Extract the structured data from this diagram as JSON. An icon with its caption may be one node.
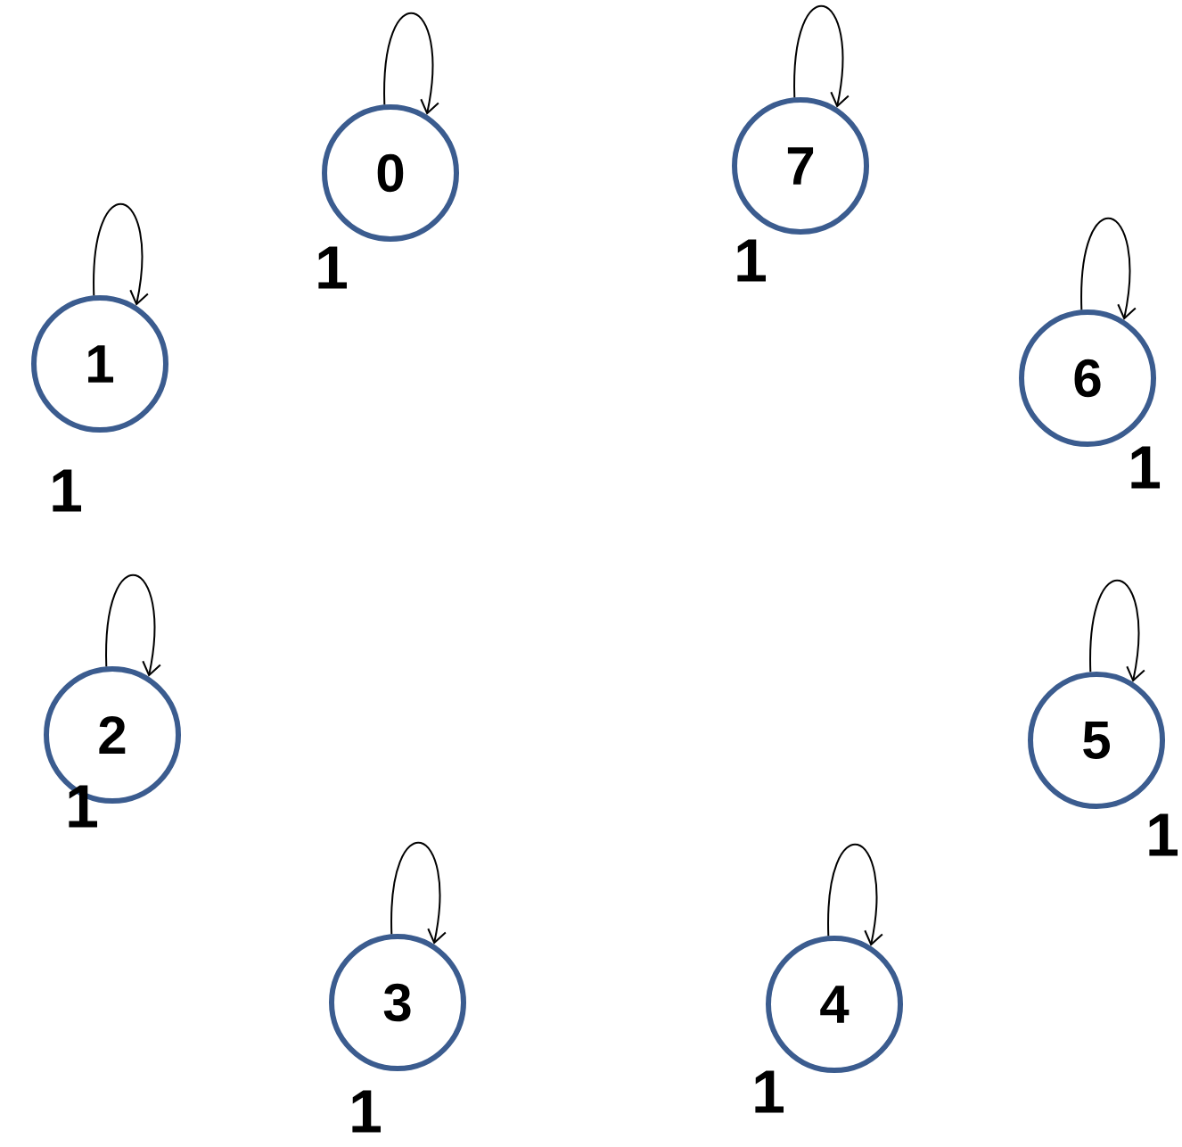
{
  "diagram": {
    "nodes": [
      {
        "text": [
          "0"
        ],
        "beside": [
          "1"
        ]
      },
      {
        "text": [
          "1"
        ],
        "beside": [
          "1"
        ]
      },
      {
        "text": [
          "2"
        ],
        "beside": [
          "1"
        ]
      },
      {
        "text": [
          "3"
        ],
        "beside": [
          "1"
        ]
      },
      {
        "text": [
          "4"
        ],
        "beside": [
          "1"
        ]
      },
      {
        "text": [
          "5"
        ],
        "beside": [
          "1"
        ]
      },
      {
        "text": [
          "6"
        ],
        "beside": [
          "1"
        ]
      },
      {
        "text": [
          "7"
        ],
        "beside": [
          "1"
        ]
      }
    ],
    "edges": [
      {
        "from": 0,
        "to": 0,
        "arrow": "to"
      },
      {
        "from": 1,
        "to": 1,
        "arrow": "to"
      },
      {
        "from": 2,
        "to": 2,
        "arrow": "to"
      },
      {
        "from": 3,
        "to": 3,
        "arrow": "to"
      },
      {
        "from": 4,
        "to": 4,
        "arrow": "to"
      },
      {
        "from": 5,
        "to": 5,
        "arrow": "to"
      },
      {
        "from": 6,
        "to": 6,
        "arrow": "to"
      },
      {
        "from": 7,
        "to": 7,
        "arrow": "to"
      }
    ]
  }
}
